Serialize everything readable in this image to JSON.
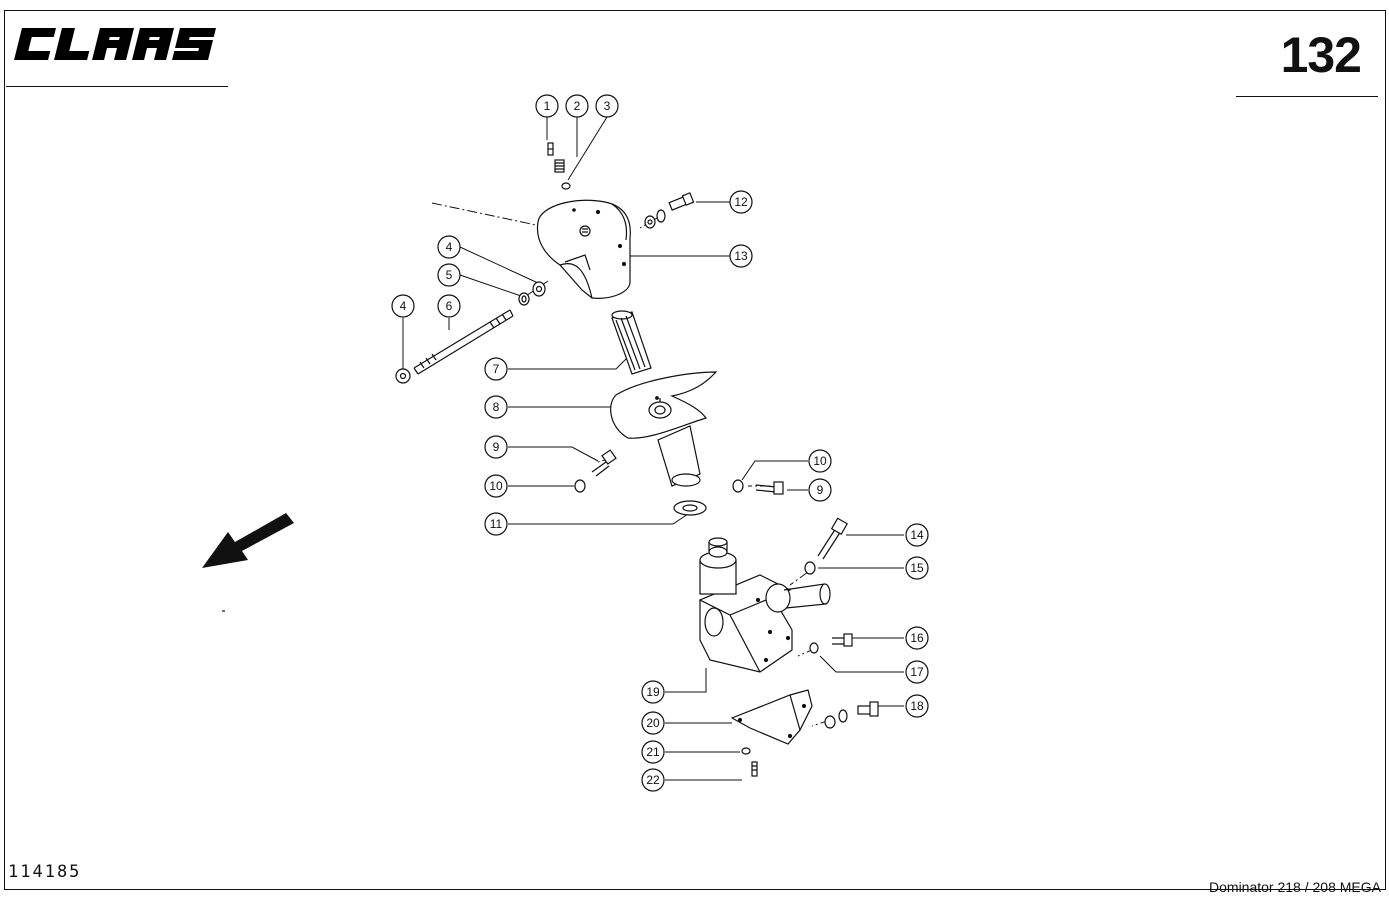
{
  "header": {
    "brand": "CLAAS",
    "page_number": "132"
  },
  "footer": {
    "document_number": "114185",
    "model": "Dominator 218 / 208 MEGA"
  },
  "callouts": [
    "1",
    "2",
    "3",
    "4",
    "5",
    "6",
    "7",
    "8",
    "9",
    "10",
    "11",
    "12",
    "13",
    "14",
    "15",
    "16",
    "17",
    "18",
    "19",
    "20",
    "21",
    "22"
  ],
  "icons": {
    "direction": "direction-arrow-icon"
  }
}
